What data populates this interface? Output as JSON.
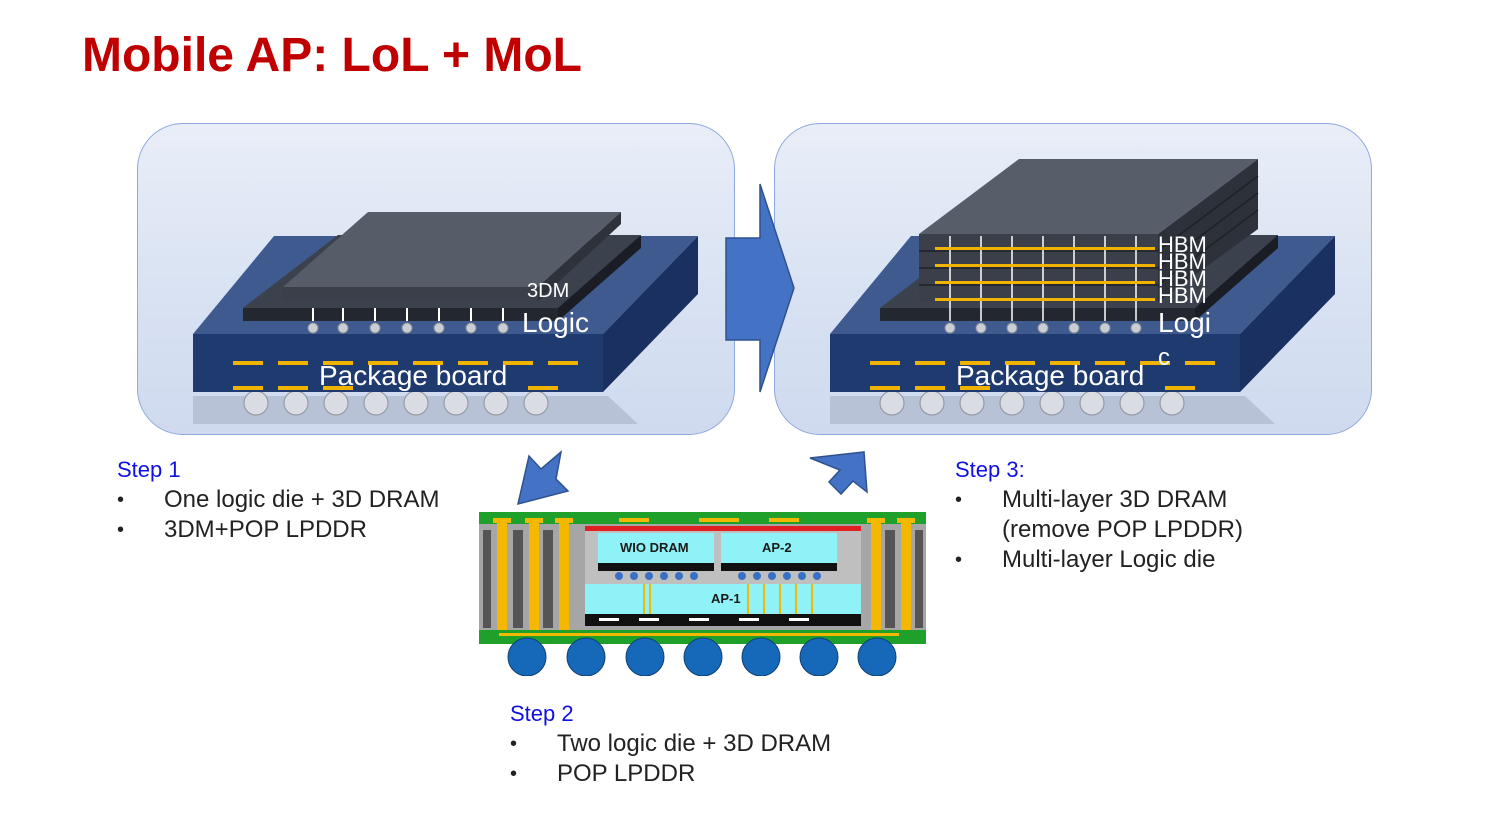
{
  "title": "Mobile AP:  LoL + MoL",
  "panel_left": {
    "label_3dm": "3DM",
    "label_logic": "Logic",
    "label_board": "Package board"
  },
  "panel_right": {
    "label_hbm": [
      "HBM",
      "HBM",
      "HBM",
      "HBM"
    ],
    "label_logic_1": "Logi",
    "label_logic_2": "c",
    "label_board": "Package board"
  },
  "cross_section": {
    "wio_dram": "WIO DRAM",
    "ap2": "AP-2",
    "ap1": "AP-1"
  },
  "step1": {
    "title": "Step 1",
    "items": [
      "One logic die + 3D DRAM",
      "3DM+POP LPDDR"
    ]
  },
  "step2": {
    "title": "Step 2",
    "items": [
      "Two logic die + 3D DRAM",
      "POP LPDDR"
    ]
  },
  "step3": {
    "title": "Step 3:",
    "items": [
      "Multi-layer 3D DRAM",
      "(remove POP LPDDR)",
      "Multi-layer Logic die"
    ]
  },
  "colors": {
    "title_red": "#c00000",
    "step_blue": "#1010e0",
    "board_navy": "#1f3a6e",
    "die_dark": "#2a2f3a",
    "arrow_blue": "#4472c4",
    "solder_gold": "#f5b800",
    "substrate_green": "#1fa02a",
    "die_cyan": "#8ff2f7"
  }
}
